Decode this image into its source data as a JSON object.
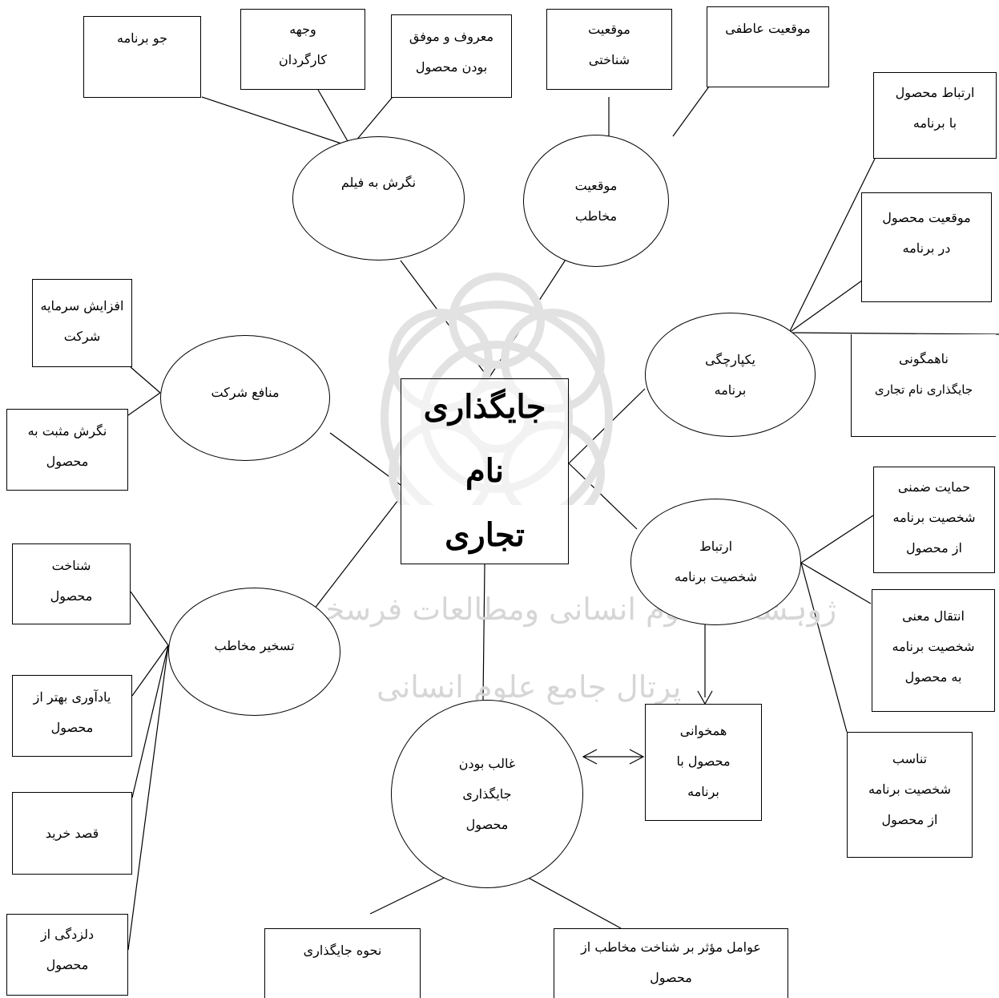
{
  "center": {
    "line1": "جایگذاری نام",
    "line2": "تجاری"
  },
  "nodes": {
    "film_attitude": "نگرش به فیلم",
    "audience_position": [
      "موقعیت",
      "مخاطب"
    ],
    "integration": [
      "یکپارچگی",
      "برنامه"
    ],
    "company_benefits": "منافع شرکت",
    "personality_link": [
      "ارتباط",
      "شخصیت برنامه"
    ],
    "audience_capture": "تسخیر مخاطب",
    "dominance": [
      "غالب بودن",
      "جایگذاری",
      "محصول"
    ],
    "harmony": [
      "همخوانی",
      "محصول با",
      "برنامه"
    ]
  },
  "boxes": {
    "program_atmosphere": [
      "جو برنامه"
    ],
    "director_reputation": [
      "وجهه",
      "کارگردان"
    ],
    "product_fame": [
      "معروف و موفق",
      "بودن محصول"
    ],
    "cognitive_position": [
      "موقعیت",
      "شناختی"
    ],
    "emotional_position": [
      "موقعیت عاطفی"
    ],
    "product_program_link": [
      "ارتباط محصول",
      "با برنامه"
    ],
    "product_position_in_program": [
      "موقعیت محصول",
      "در برنامه"
    ],
    "placement_inconsistency": [
      "ناهمگونی",
      "جایگذاری نام تجاری"
    ],
    "capital_increase": [
      "افزایش سرمایه",
      "شرکت"
    ],
    "positive_attitude": [
      "نگرش مثبت به",
      "محصول"
    ],
    "product_recognition": [
      "شناخت",
      "محصول"
    ],
    "better_recall": [
      "یادآوری بهتر از",
      "محصول"
    ],
    "purchase_intent": [
      "قصد خرید"
    ],
    "product_fatigue": [
      "دلزدگی از",
      "محصول"
    ],
    "implicit_support": [
      "حمایت ضمنی",
      "شخصیت برنامه",
      "از محصول"
    ],
    "meaning_transfer": [
      "انتقال معنی",
      "شخصیت برنامه",
      "به محصول"
    ],
    "personality_fit": [
      "تناسب",
      "شخصیت برنامه",
      "از محصول"
    ],
    "placement_method": [
      "نحوه جایگذاری"
    ],
    "recognition_factors": [
      "عوامل مؤثر بر شناخت مخاطب از",
      "محصول"
    ]
  },
  "watermark": {
    "line1": "ژوہشگاہ علوم انسانی ومطالعات فرسخی",
    "line2": "پرتال جامع علوم انسانی"
  }
}
